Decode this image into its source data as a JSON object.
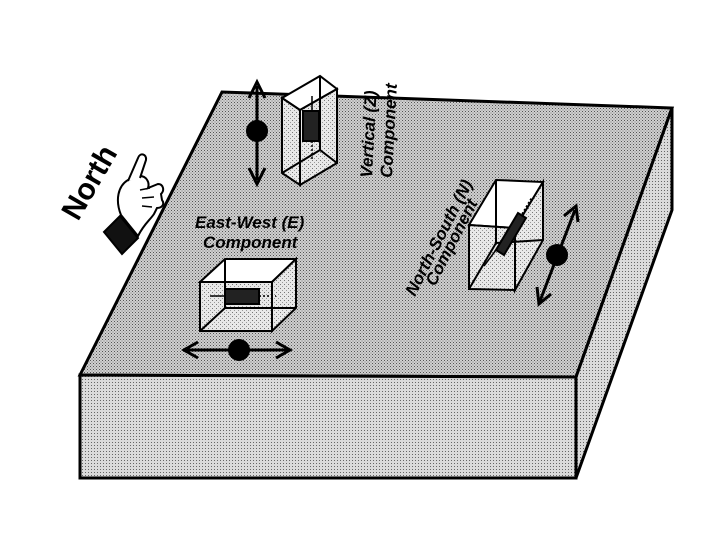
{
  "labels": {
    "north": "North",
    "east_west_line1": "East-West (E)",
    "east_west_line2": "Component",
    "vertical_line1": "Vertical (Z)",
    "vertical_line2": "Component",
    "north_south_line1": "North-South (N)",
    "north_south_line2": "Component"
  },
  "colors": {
    "platform_top": "#c8c8c8",
    "platform_side": "#d4d4d4",
    "box_fill": "#e6e6e6",
    "ink": "#000000"
  },
  "icons": [
    "pointing-hand-icon",
    "double-arrow-icon",
    "spring-sensor-icon"
  ]
}
